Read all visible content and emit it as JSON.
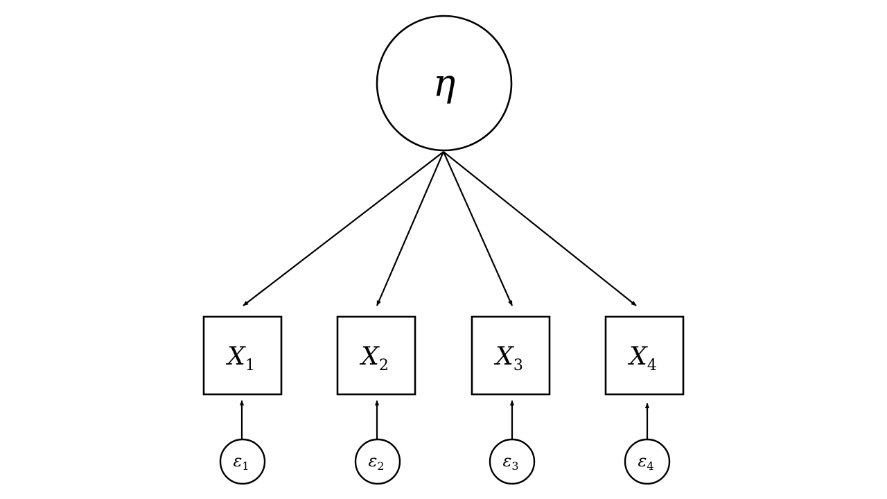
{
  "diagram": {
    "type": "factor-model",
    "stroke_color": "#000000",
    "background": "#ffffff",
    "latent": {
      "symbol": "η"
    },
    "indicators": [
      {
        "symbol": "X",
        "subscript": "1"
      },
      {
        "symbol": "X",
        "subscript": "2"
      },
      {
        "symbol": "X",
        "subscript": "3"
      },
      {
        "symbol": "X",
        "subscript": "4"
      }
    ],
    "errors": [
      {
        "symbol": "ε",
        "subscript": "1"
      },
      {
        "symbol": "ε",
        "subscript": "2"
      },
      {
        "symbol": "ε",
        "subscript": "3"
      },
      {
        "symbol": "ε",
        "subscript": "4"
      }
    ],
    "edges": [
      {
        "from": "η",
        "to": "X1"
      },
      {
        "from": "η",
        "to": "X2"
      },
      {
        "from": "η",
        "to": "X3"
      },
      {
        "from": "η",
        "to": "X4"
      },
      {
        "from": "ε1",
        "to": "X1"
      },
      {
        "from": "ε2",
        "to": "X2"
      },
      {
        "from": "ε3",
        "to": "X3"
      },
      {
        "from": "ε4",
        "to": "X4"
      }
    ]
  }
}
